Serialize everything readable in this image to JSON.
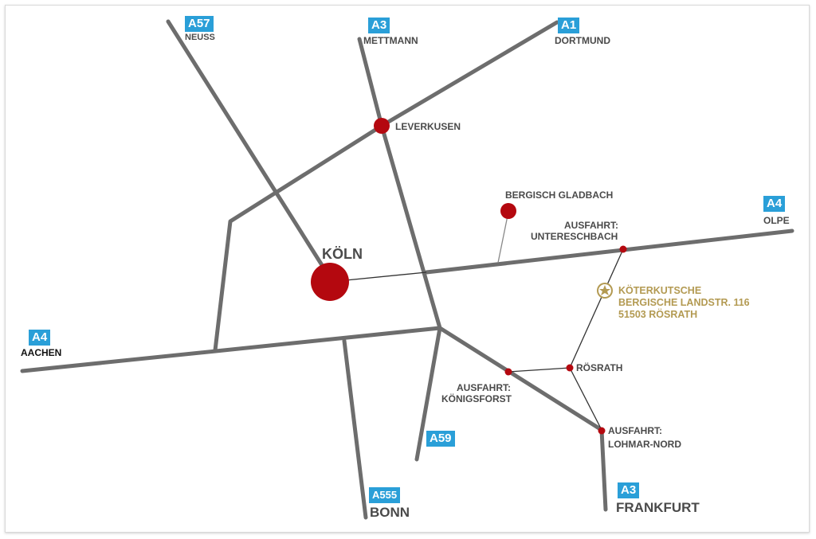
{
  "map": {
    "motorways": {
      "a57": {
        "number": "A57",
        "destination": "NEUSS"
      },
      "a3_north": {
        "number": "A3",
        "destination": "METTMANN"
      },
      "a1": {
        "number": "A1",
        "destination": "DORTMUND"
      },
      "a4_east": {
        "number": "A4",
        "destination": "OLPE"
      },
      "a4_west": {
        "number": "A4",
        "destination": "AACHEN"
      },
      "a59": {
        "number": "A59"
      },
      "a555": {
        "number": "A555",
        "destination": "BONN"
      },
      "a3_south": {
        "number": "A3",
        "destination": "FRANKFURT"
      }
    },
    "cities": {
      "koeln": "KÖLN",
      "leverkusen": "LEVERKUSEN",
      "bergisch_gladbach": "BERGISCH GLADBACH",
      "roesrath": "RÖSRATH"
    },
    "exits": {
      "untereschbach": [
        "AUSFAHRT:",
        "UNTERESCHBACH"
      ],
      "koenigsforst": [
        "AUSFAHRT:",
        "KÖNIGSFORST"
      ],
      "lohmar_nord": [
        "AUSFAHRT:",
        "LOHMAR-NORD"
      ]
    },
    "destination": {
      "name": "KÖTERKUTSCHE",
      "street": "BERGISCHE LANDSTR. 116",
      "city": "51503 RÖSRATH",
      "icon": "star-icon"
    },
    "colors": {
      "road": "#6d6d6d",
      "city_marker": "#b4080f",
      "badge": "#2a9fd8",
      "destination": "#b39a52"
    }
  }
}
